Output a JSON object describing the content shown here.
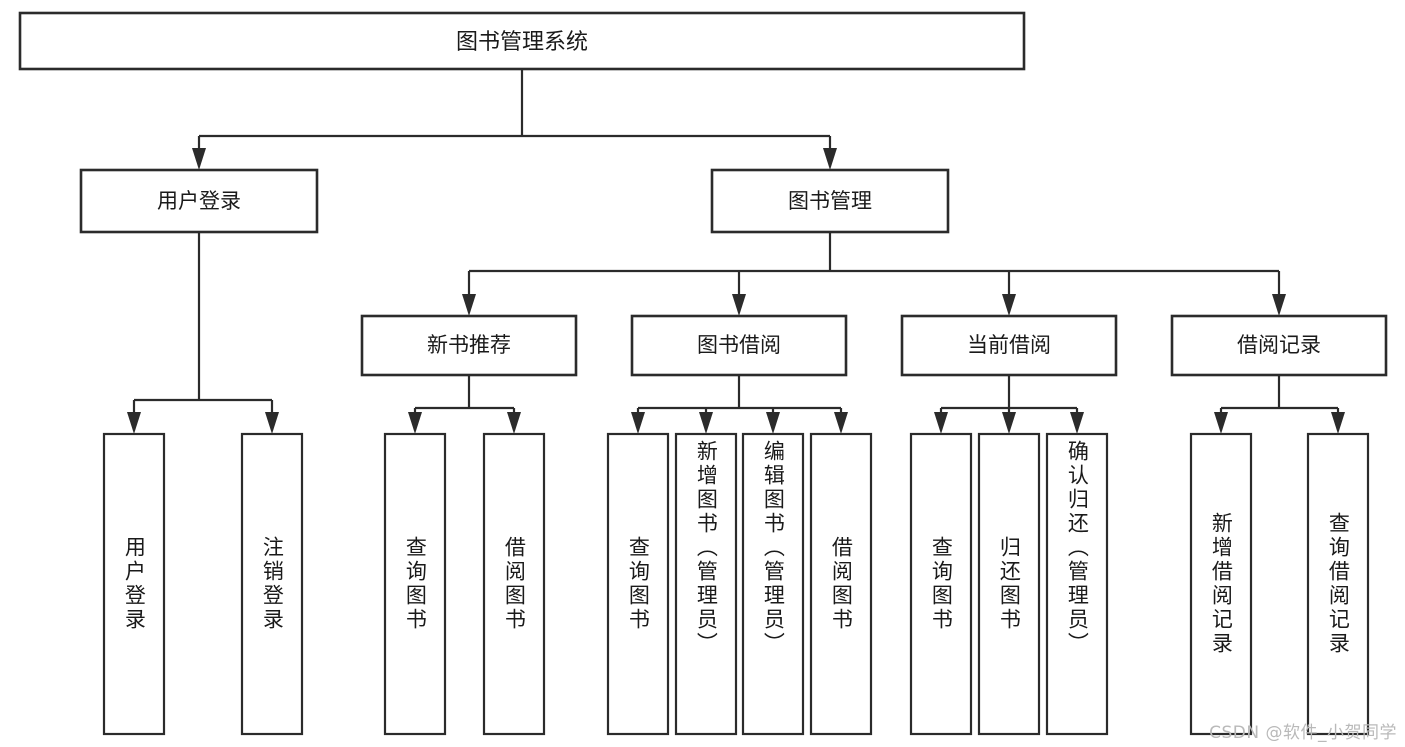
{
  "diagram": {
    "title": "图书管理系统",
    "type": "tree",
    "orientation": "top-down",
    "colors": {
      "box_stroke": "#2b2b2b",
      "box_fill": "#ffffff",
      "connector": "#2b2b2b",
      "text": "#1a1a1a",
      "background": "#ffffff",
      "watermark": "#b9b9b9"
    },
    "root": {
      "label": "图书管理系统",
      "children": [
        {
          "label": "用户登录",
          "children": [
            {
              "label": "用户登录"
            },
            {
              "label": "注销登录"
            }
          ]
        },
        {
          "label": "图书管理",
          "children": [
            {
              "label": "新书推荐",
              "children": [
                {
                  "label": "查询图书"
                },
                {
                  "label": "借阅图书"
                }
              ]
            },
            {
              "label": "图书借阅",
              "children": [
                {
                  "label": "查询图书"
                },
                {
                  "label": "新增图书（管理员）"
                },
                {
                  "label": "编辑图书（管理员）"
                },
                {
                  "label": "借阅图书"
                }
              ]
            },
            {
              "label": "当前借阅",
              "children": [
                {
                  "label": "查询图书"
                },
                {
                  "label": "归还图书"
                },
                {
                  "label": "确认归还（管理员）"
                }
              ]
            },
            {
              "label": "借阅记录",
              "children": [
                {
                  "label": "新增借阅记录"
                },
                {
                  "label": "查询借阅记录"
                }
              ]
            }
          ]
        }
      ]
    },
    "nodes": {
      "root": "图书管理系统",
      "l1_user_login": "用户登录",
      "l1_book_manage": "图书管理",
      "l2_new_book": "新书推荐",
      "l2_book_borrow": "图书借阅",
      "l2_current_borrow": "当前借阅",
      "l2_borrow_record": "借阅记录",
      "leaf_user_login": "用户登录",
      "leaf_logout": "注销登录",
      "leaf_nb_query": "查询图书",
      "leaf_nb_borrow": "借阅图书",
      "leaf_bb_query": "查询图书",
      "leaf_bb_add": "新增图书（管理员）",
      "leaf_bb_edit": "编辑图书（管理员）",
      "leaf_bb_borrow": "借阅图书",
      "leaf_cb_query": "查询图书",
      "leaf_cb_return": "归还图书",
      "leaf_cb_confirm": "确认归还（管理员）",
      "leaf_br_add": "新增借阅记录",
      "leaf_br_query": "查询借阅记录"
    }
  },
  "watermark": {
    "text": "CSDN @软件_小贺同学"
  }
}
